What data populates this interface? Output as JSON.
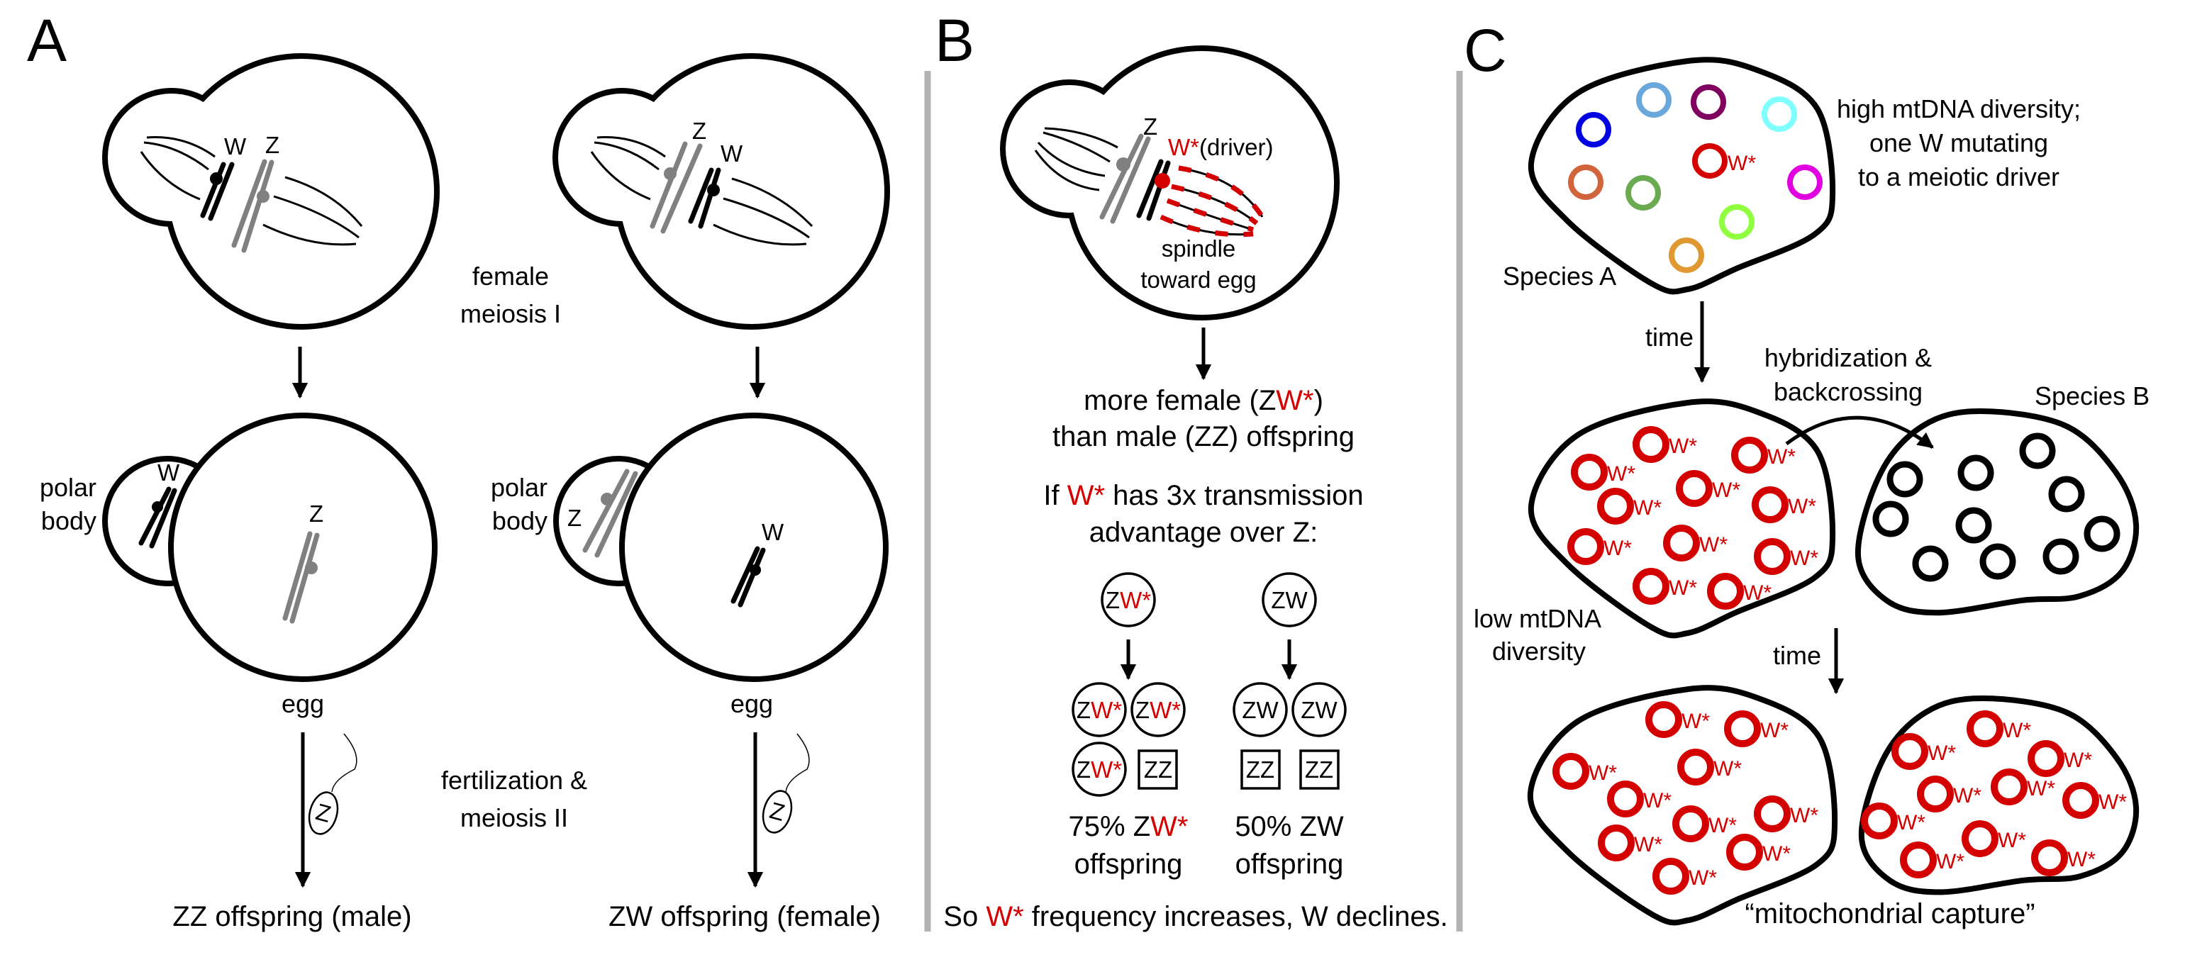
{
  "panel_labels": {
    "a": "A",
    "b": "B",
    "c": "C"
  },
  "panel_a": {
    "top_left": {
      "w": "W",
      "z": "Z"
    },
    "top_right": {
      "z": "Z",
      "w": "W"
    },
    "meiosis_label": [
      "female",
      "meiosis I"
    ],
    "polar_body_label": [
      "polar",
      "body"
    ],
    "left_polar_chrom": "W",
    "left_egg_chrom": "Z",
    "right_polar_chrom": "Z",
    "right_egg_chrom": "W",
    "egg_label": "egg",
    "sperm_chrom": "Z",
    "fertilization_label": [
      "fertilization &",
      "meiosis II"
    ],
    "outcome_left": "ZZ offspring (male)",
    "outcome_right": "ZW offspring (female)"
  },
  "panel_b": {
    "z": "Z",
    "driver": "W*",
    "driver_note": "(driver)",
    "spindle_label": [
      "spindle",
      "toward egg"
    ],
    "result_line1": [
      "more female (Z",
      "W*",
      ")"
    ],
    "result_line2": "than male (ZZ) offspring",
    "if_line1": [
      "If ",
      "W*",
      " has 3x transmission"
    ],
    "if_line2": "advantage over Z:",
    "driver_parent": [
      "Z",
      "W*"
    ],
    "normal_parent": "ZW",
    "driver_offspring": [
      [
        "Z",
        "W*"
      ],
      [
        "Z",
        "W*"
      ],
      [
        "Z",
        "W*"
      ]
    ],
    "male_offspring": "ZZ",
    "normal_offspring_female": [
      "ZW",
      "ZW"
    ],
    "normal_offspring_male": [
      "ZZ",
      "ZZ"
    ],
    "driver_pct": [
      "75% Z",
      "W*"
    ],
    "normal_pct": "50% ZW",
    "offspring_word": "offspring",
    "conclusion": [
      "So ",
      "W*",
      " frequency increases, W declines."
    ]
  },
  "panel_c": {
    "diversity_note": [
      "high mtDNA diversity;",
      "one W mutating",
      "to a meiotic driver"
    ],
    "species_a": "Species A",
    "species_b": "Species B",
    "time": "time",
    "hybridization": [
      "hybridization &",
      "backcrossing"
    ],
    "low_diversity": [
      "low mtDNA",
      "diversity"
    ],
    "capture": "“mitochondrial capture”",
    "driver_tag": "W*",
    "haplotype_colors": [
      "#0000e0",
      "#6aa8dc",
      "#800060",
      "#80ffff",
      "#d2643c",
      "#6aaa50",
      "#e000e0",
      "#90ff40",
      "#e09830"
    ]
  },
  "colors": {
    "driver": "#d40000",
    "z_chromosome": "#808080",
    "w_chromosome": "#000000",
    "divider": "#b3b3b3"
  }
}
